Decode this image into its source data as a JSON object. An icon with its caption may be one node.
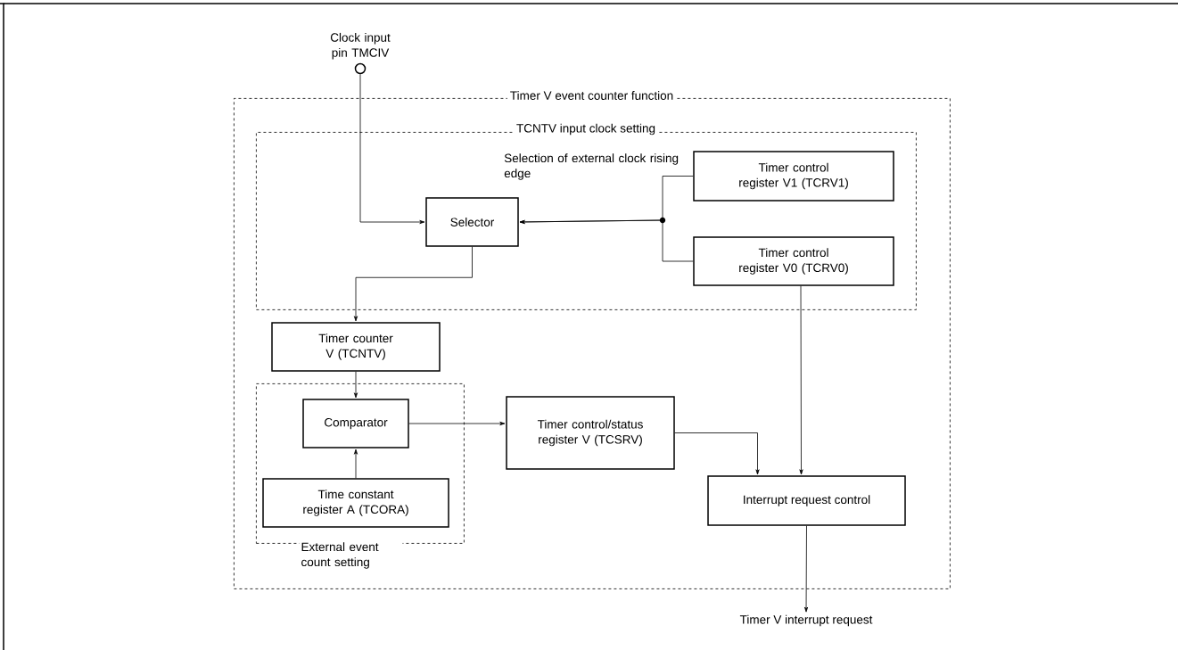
{
  "diagram": {
    "nodes": [
      {
        "text": [
          "Timer V event counter function"
        ]
      },
      {
        "text": [
          "TCNTV input clock setting"
        ],
        "in": 0
      },
      {
        "text": [
          "Selector"
        ],
        "in": 1
      },
      {
        "text": [
          "Timer control register V1 (TCRV1)"
        ],
        "in": 1
      },
      {
        "text": [
          "Timer control register V0 (TCRV0)"
        ],
        "in": 1
      },
      {
        "text": [
          "Timer counter V (TCNTV)"
        ],
        "in": 0
      },
      {
        "text": [
          "External event count setting"
        ],
        "in": 0
      },
      {
        "text": [
          "Comparator"
        ],
        "in": 6
      },
      {
        "text": [
          "Time constant register A (TCORA)"
        ],
        "in": 6
      },
      {
        "text": [
          "Timer control/status register V (TCSRV)"
        ],
        "in": 0
      },
      {
        "text": [
          "Interrupt request control"
        ],
        "in": 0
      },
      {
        "text": [],
        "shape": "circle",
        "beside": [
          "Clock input pin TMCIV"
        ]
      },
      {
        "text": [
          "Timer V interrupt request"
        ]
      }
    ],
    "edges": [
      {
        "from": 11,
        "to": 2,
        "arrow": "to"
      },
      {
        "from": 3,
        "to": 2,
        "arrow": "to"
      },
      {
        "from": 4,
        "to": 2,
        "arrow": "to"
      },
      {
        "from": 2,
        "to": 5,
        "arrow": "to"
      },
      {
        "from": 5,
        "to": 7,
        "arrow": "to"
      },
      {
        "from": 8,
        "to": 7,
        "arrow": "to"
      },
      {
        "from": 7,
        "to": 9,
        "arrow": "to"
      },
      {
        "from": 9,
        "to": 10,
        "arrow": "to"
      },
      {
        "from": 4,
        "to": 10,
        "arrow": "to"
      },
      {
        "from": 10,
        "to": 12,
        "arrow": "to"
      }
    ],
    "labels": [
      "Selection of external clock rising edge"
    ]
  }
}
